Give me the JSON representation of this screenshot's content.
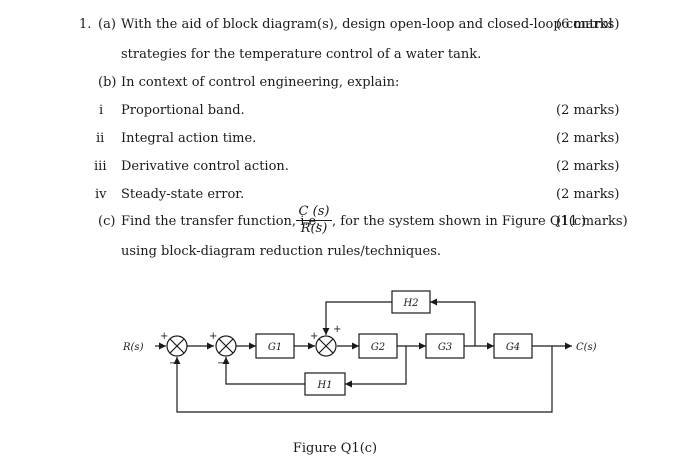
{
  "question": {
    "number": "1.",
    "part_a": {
      "label": "(a)",
      "line1": "With the aid of block diagram(s), design open-loop and closed-loop control",
      "marks": "(6 marks)",
      "line2": "strategies for the temperature control of a water tank."
    },
    "part_b": {
      "label": "(b)",
      "intro": "In context of control engineering, explain:",
      "items": [
        {
          "num": "i",
          "text": "Proportional band.",
          "marks": "(2 marks)"
        },
        {
          "num": "ii",
          "text": "Integral action time.",
          "marks": "(2 marks)"
        },
        {
          "num": "iii",
          "text": "Derivative control action.",
          "marks": "(2 marks)"
        },
        {
          "num": "iv",
          "text": "Steady-state error.",
          "marks": "(2 marks)"
        }
      ]
    },
    "part_c": {
      "label": "(c)",
      "lead": "Find the transfer function, i.e.",
      "frac_num": "C (s)",
      "frac_den": "R(s)",
      "tail": ", for the system shown in Figure Q1(c)",
      "marks": "(11 marks)",
      "line2": "using block-diagram reduction rules/techniques."
    }
  },
  "figure": {
    "caption": "Figure Q1(c)",
    "input": "R(s)",
    "output": "C(s)",
    "blocks": {
      "g1": "G1",
      "g2": "G2",
      "g3": "G3",
      "g4": "G4",
      "h1": "H1",
      "h2": "H2"
    },
    "signs": {
      "plus": "+",
      "minus": "−"
    }
  }
}
